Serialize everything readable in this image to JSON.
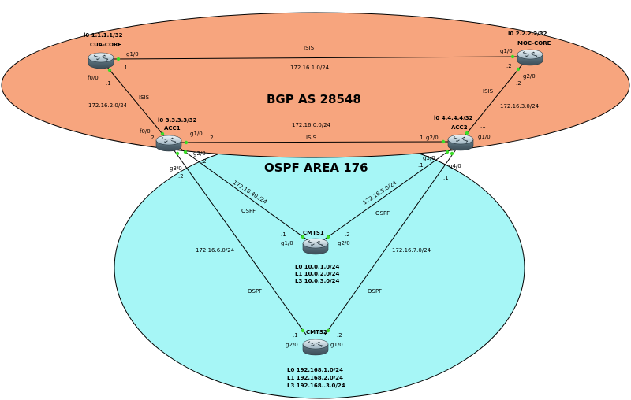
{
  "regions": {
    "bgp": {
      "label": "BGP AS 28548",
      "fill": "#f7a57e"
    },
    "ospf": {
      "label": "OSPF AREA 176",
      "fill": "#a6f6f6"
    }
  },
  "routers": [
    {
      "id": "cua",
      "name": "CUA-CORE",
      "loopbacks": [
        "l0 1.1.1.1/32"
      ]
    },
    {
      "id": "moc",
      "name": "MOC-CORE",
      "loopbacks": [
        "l0 2.2.2.2/32"
      ]
    },
    {
      "id": "acc1",
      "name": "ACC1",
      "loopbacks": [
        "l0 3.3.3.3/32"
      ]
    },
    {
      "id": "acc2",
      "name": "ACC2",
      "loopbacks": [
        "l0 4.4.4.4/32"
      ]
    },
    {
      "id": "cmts1",
      "name": "CMTS1",
      "loopbacks": [
        "L0 10.0.1.0/24",
        "L1 10.0.2.0/24",
        "L3 10.0.3.0/24"
      ]
    },
    {
      "id": "cmts2",
      "name": "CMTS2",
      "loopbacks": [
        "L0 192.168.1.0/24",
        "L1 192.168.2.0/24",
        "L3 192.168..3.0/24"
      ]
    }
  ],
  "links": [
    {
      "id": "cua-moc",
      "subnet": "172.16.1.0/24",
      "protocol": "ISIS",
      "a_if": "g1/0",
      "a_ip": ".1",
      "b_if": "g1/0",
      "b_ip": ".2"
    },
    {
      "id": "cua-acc1",
      "subnet": "172.16.2.0/24",
      "protocol": "ISIS",
      "a_if": "f0/0",
      "a_ip": ".1",
      "b_if": "f0/0",
      "b_ip": ".2"
    },
    {
      "id": "moc-acc2",
      "subnet": "172.16.3.0/24",
      "protocol": "ISIS",
      "a_if": "g2/0",
      "a_ip": ".2",
      "b_if": "g1/0",
      "b_ip": ".1"
    },
    {
      "id": "acc1-acc2",
      "subnet": "172.16.0.0/24",
      "protocol": "ISIS",
      "a_if": "g1/0",
      "a_ip": ".2",
      "b_if": "g2/0",
      "b_ip": ".1"
    },
    {
      "id": "acc1-cmts1",
      "subnet": "172.16.40./24",
      "protocol": "OSPF",
      "a_if": "g2/0",
      "a_ip": ".2",
      "b_if": "g1/0",
      "b_ip": ".1"
    },
    {
      "id": "acc2-cmts1",
      "subnet": "172.16.5.0/24",
      "protocol": "OSPF",
      "a_if": "g3/0",
      "a_ip": ".1",
      "b_if": "g2/0",
      "b_ip": ".2"
    },
    {
      "id": "acc1-cmts2",
      "subnet": "172.16.6.0/24",
      "protocol": "OSPF",
      "a_if": "g3/0",
      "a_ip": ".2",
      "b_if": "g2/0",
      "b_ip": ".1"
    },
    {
      "id": "acc2-cmts2",
      "subnet": "172.16.7.0/24",
      "protocol": "OSPF",
      "a_if": "g4/0",
      "a_ip": ".1",
      "b_if": "g1/0",
      "b_ip": ".2"
    }
  ]
}
